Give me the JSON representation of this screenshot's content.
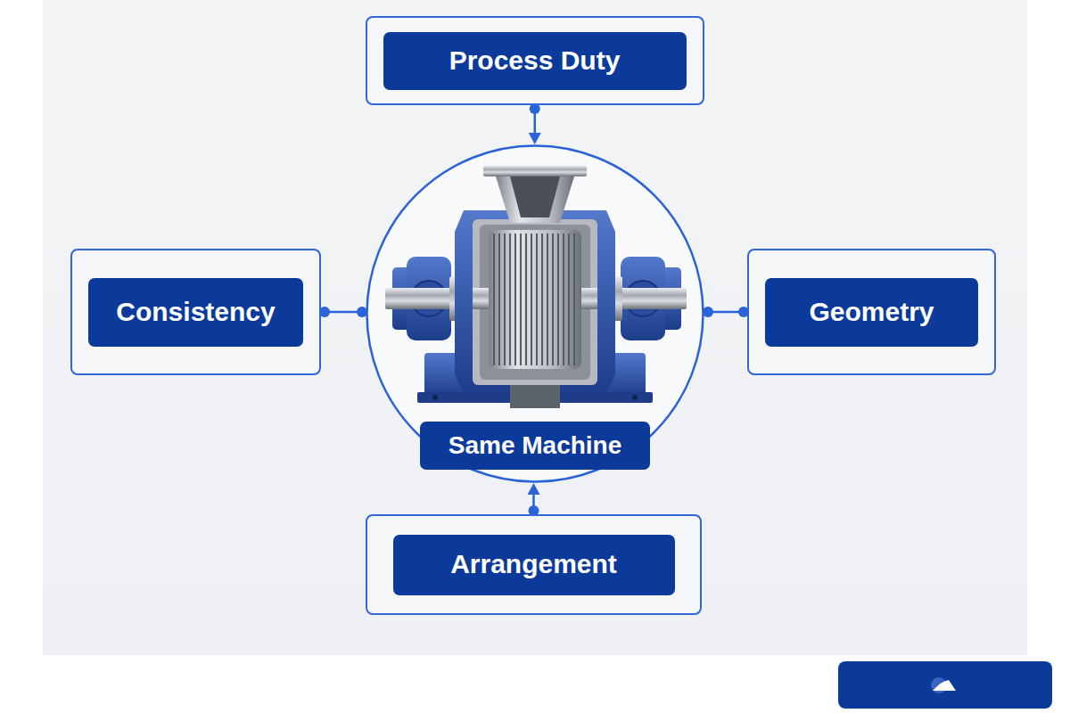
{
  "diagram": {
    "nodes": [
      {
        "text": [
          "Process Duty"
        ]
      },
      {
        "text": [
          "Consistency"
        ]
      },
      {
        "text": [
          "Same Machine"
        ]
      },
      {
        "text": [
          "Geometry"
        ]
      },
      {
        "text": [
          "Arrangement"
        ]
      }
    ],
    "edges": [
      {
        "from": 0,
        "to": 2,
        "arrow": "to"
      },
      {
        "from": 1,
        "to": 2,
        "arrow": "none"
      },
      {
        "from": 2,
        "to": 3,
        "arrow": "none"
      },
      {
        "from": 4,
        "to": 2,
        "arrow": "to"
      }
    ]
  }
}
